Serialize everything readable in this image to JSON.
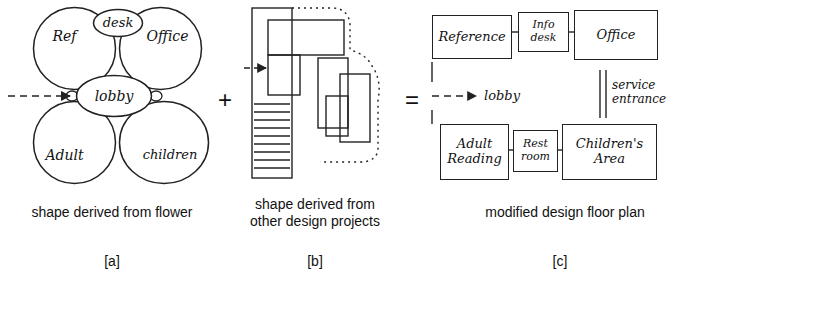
{
  "diagram": {
    "nodes": [
      {
        "text": [
          "Ref"
        ]
      },
      {
        "text": [
          "desk"
        ]
      },
      {
        "text": [
          "Office"
        ]
      },
      {
        "text": [
          "lobby"
        ]
      },
      {
        "text": [
          "Adult"
        ]
      },
      {
        "text": [
          "children"
        ]
      },
      {
        "text": [
          "Reference"
        ]
      },
      {
        "text": [
          "Info desk"
        ]
      },
      {
        "text": [
          "Office"
        ]
      },
      {
        "text": [
          "Adult Reading"
        ]
      },
      {
        "text": [
          "Rest room"
        ]
      },
      {
        "text": [
          "Children's Area"
        ]
      }
    ],
    "labels": [
      "+",
      "=",
      "lobby",
      "service entrance",
      "shape derived from flower",
      "shape derived from other design projects",
      "modified design floor plan",
      "[a]",
      "[b]",
      "[c]"
    ]
  }
}
